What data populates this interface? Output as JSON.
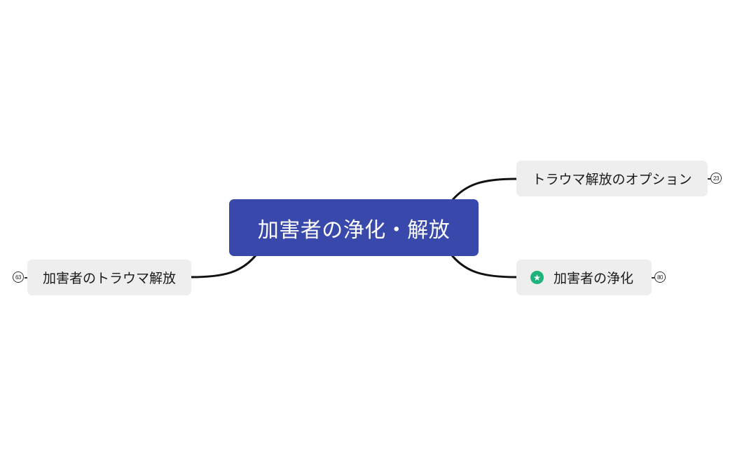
{
  "central_topic": {
    "label": "加害者の浄化・解放",
    "color": "#3949ab"
  },
  "subtopics": [
    {
      "label": "トラウマ解放のオプション",
      "side": "right",
      "collapsed_count": "23",
      "marker": null
    },
    {
      "label": "加害者の浄化",
      "side": "right",
      "collapsed_count": "80",
      "marker": "star-icon",
      "marker_color": "#1db37a"
    },
    {
      "label": "加害者のトラウマ解放",
      "side": "left",
      "collapsed_count": "63",
      "marker": null
    }
  ],
  "icons": {
    "star": "★"
  }
}
